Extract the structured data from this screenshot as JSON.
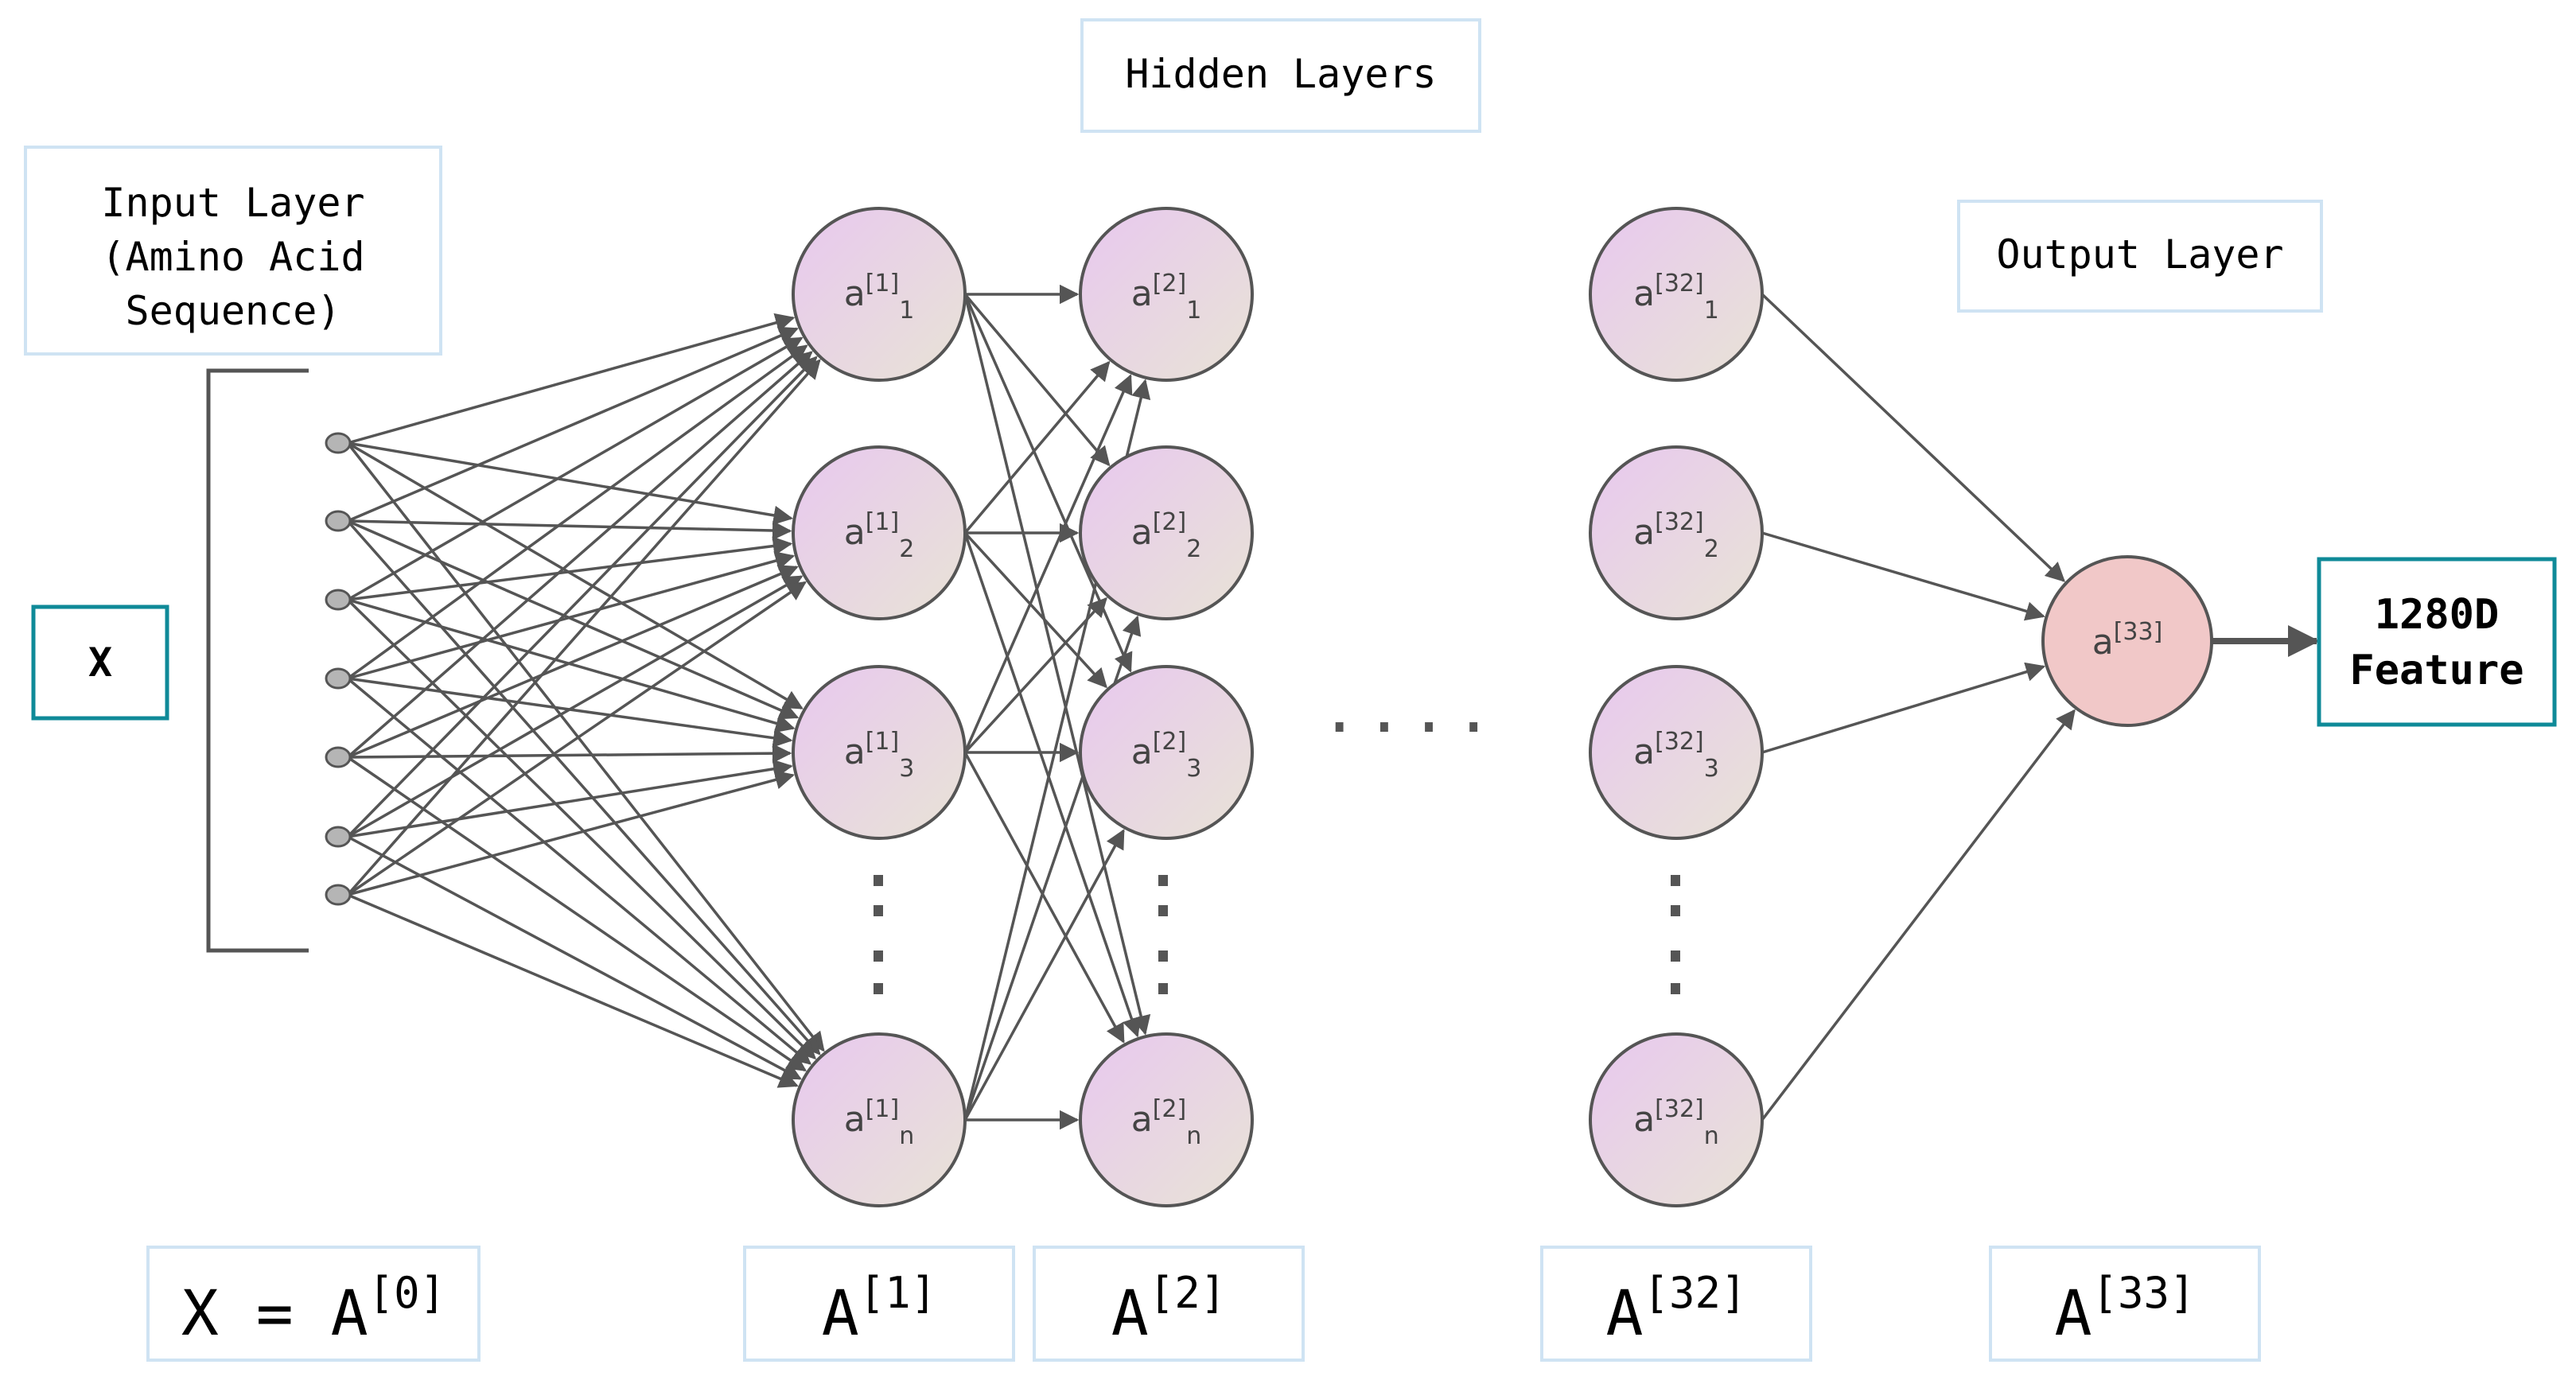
{
  "labels": {
    "hidden_layers": "Hidden Layers",
    "input_layer_lines": [
      "Input Layer",
      "(Amino Acid",
      "Sequence)"
    ],
    "output_layer": "Output Layer",
    "x": "X",
    "feature_lines": [
      "1280D",
      "Feature"
    ],
    "ellipsis_horizontal": "....",
    "bottom_x_prefix": "X = A",
    "bottom_x_sup": "[0]",
    "bottom_A": "A"
  },
  "layers": [
    {
      "sup": "[1]",
      "subs": [
        "1",
        "2",
        "3",
        "n"
      ],
      "bottom_sup": "[1]"
    },
    {
      "sup": "[2]",
      "subs": [
        "1",
        "2",
        "3",
        "n"
      ],
      "bottom_sup": "[2]"
    },
    {
      "sup": "[32]",
      "subs": [
        "1",
        "2",
        "3",
        "n"
      ],
      "bottom_sup": "[32]"
    }
  ],
  "output_node": {
    "sup": "[33]",
    "bottom_sup": "[33]"
  },
  "input_nodes_count": 7,
  "colors": {
    "line": "#555555",
    "node_border": "#555555",
    "box_light": "#cfe3f3",
    "box_teal": "#0f8a98",
    "hidden_top": "#e8c8ef",
    "hidden_bottom": "#e8e3d6",
    "output_fill": "#f1c8c8",
    "input_dot": "#b5b5b5"
  }
}
